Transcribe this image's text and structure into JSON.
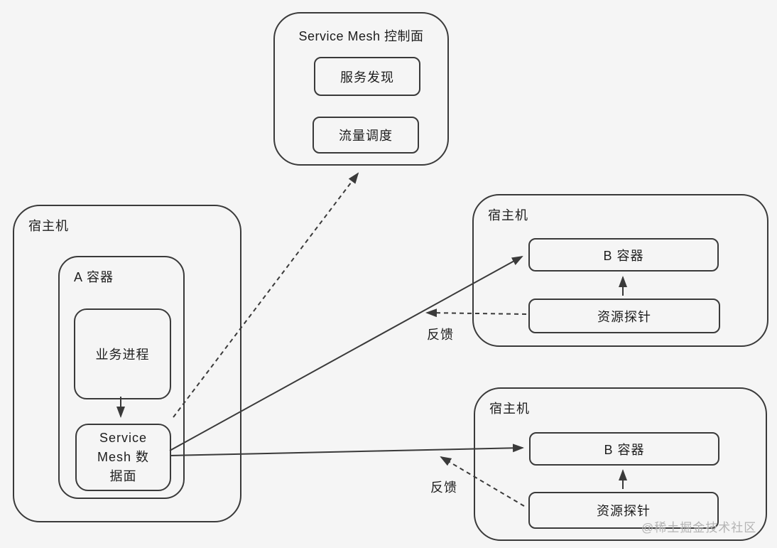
{
  "canvas": {
    "background_color": "#f5f5f5",
    "line_color": "#3a3a3a",
    "text_color": "#1d1d1d",
    "watermark_color": "#b3b3b3"
  },
  "control_plane": {
    "title": "Service Mesh 控制面",
    "modules": [
      {
        "label": "服务发现"
      },
      {
        "label": "流量调度"
      }
    ]
  },
  "host_a": {
    "title": "宿主机",
    "container_a": {
      "title": "A 容器",
      "business_process": "业务进程",
      "mesh_dataplane": "Service Mesh 数据面"
    }
  },
  "host_b_top": {
    "title": "宿主机",
    "container_b": "B 容器",
    "resource_probe": "资源探针",
    "feedback_label": "反馈"
  },
  "host_b_bottom": {
    "title": "宿主机",
    "container_b": "B 容器",
    "resource_probe": "资源探针",
    "feedback_label": "反馈"
  },
  "watermark": "@稀土掘金技术社区"
}
